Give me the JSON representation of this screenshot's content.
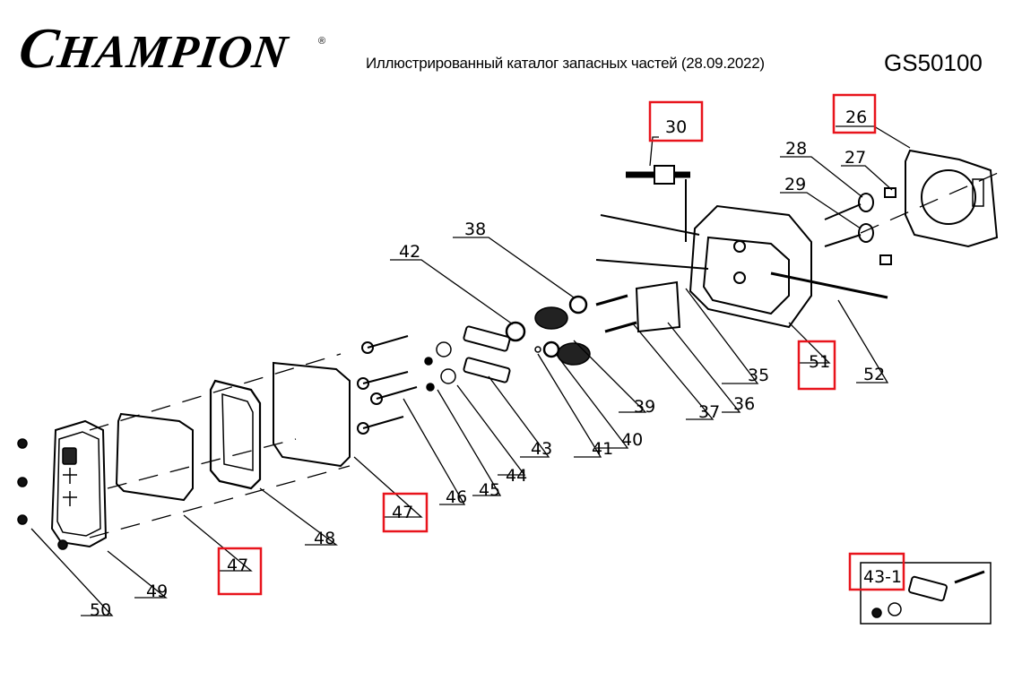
{
  "header": {
    "brand": "CHAMPION",
    "brand_cap": "C",
    "brand_rest": "HAMPION",
    "registered_mark": "®",
    "subtitle": "Иллюстрированный каталог запасных частей (28.09.2022)",
    "model": "GS50100"
  },
  "highlight_color": "#e8141c",
  "callouts": [
    {
      "id": "26",
      "highlighted": true
    },
    {
      "id": "27",
      "highlighted": false
    },
    {
      "id": "28",
      "highlighted": false
    },
    {
      "id": "29",
      "highlighted": false
    },
    {
      "id": "30",
      "highlighted": true
    },
    {
      "id": "35",
      "highlighted": false
    },
    {
      "id": "36",
      "highlighted": false
    },
    {
      "id": "37",
      "highlighted": false
    },
    {
      "id": "38",
      "highlighted": false
    },
    {
      "id": "39",
      "highlighted": false
    },
    {
      "id": "40",
      "highlighted": false
    },
    {
      "id": "41",
      "highlighted": false
    },
    {
      "id": "42",
      "highlighted": false
    },
    {
      "id": "43",
      "highlighted": false
    },
    {
      "id": "44",
      "highlighted": false
    },
    {
      "id": "45",
      "highlighted": false
    },
    {
      "id": "46",
      "highlighted": false
    },
    {
      "id": "47",
      "highlighted": true
    },
    {
      "id": "47",
      "highlighted": true
    },
    {
      "id": "48",
      "highlighted": false
    },
    {
      "id": "49",
      "highlighted": false
    },
    {
      "id": "50",
      "highlighted": false
    },
    {
      "id": "51",
      "highlighted": true
    },
    {
      "id": "52",
      "highlighted": false
    }
  ],
  "inset": {
    "label": "43-1",
    "highlighted": true
  }
}
